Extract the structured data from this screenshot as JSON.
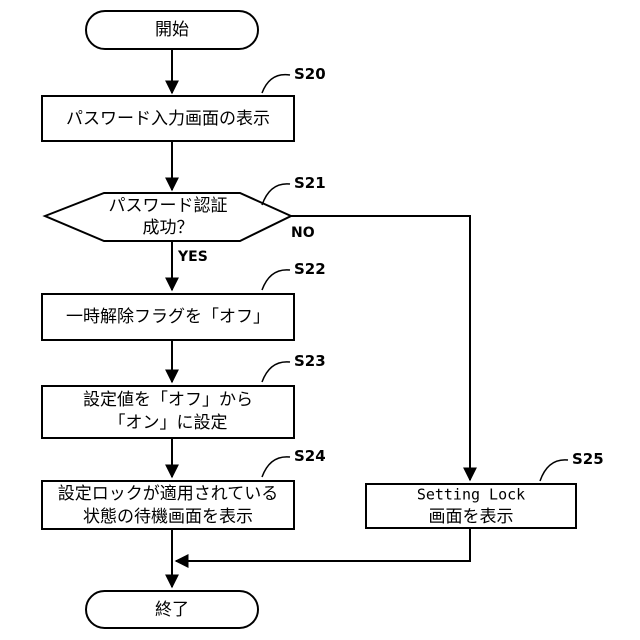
{
  "flowchart": {
    "start": "開始",
    "end": "終了",
    "s20": {
      "id": "S20",
      "text": "パスワード入力画面の表示"
    },
    "s21": {
      "id": "S21",
      "line1": "パスワード認証",
      "line2": "成功？",
      "yes": "YES",
      "no": "NO"
    },
    "s22": {
      "id": "S22",
      "text": "一時解除フラグを「オフ」"
    },
    "s23": {
      "id": "S23",
      "line1": "設定値を「オフ」から",
      "line2": "「オン」に設定"
    },
    "s24": {
      "id": "S24",
      "line1": "設定ロックが適用されている",
      "line2": "状態の待機画面を表示"
    },
    "s25": {
      "id": "S25",
      "line1": "Setting Lock",
      "line2": "画面を表示"
    }
  }
}
